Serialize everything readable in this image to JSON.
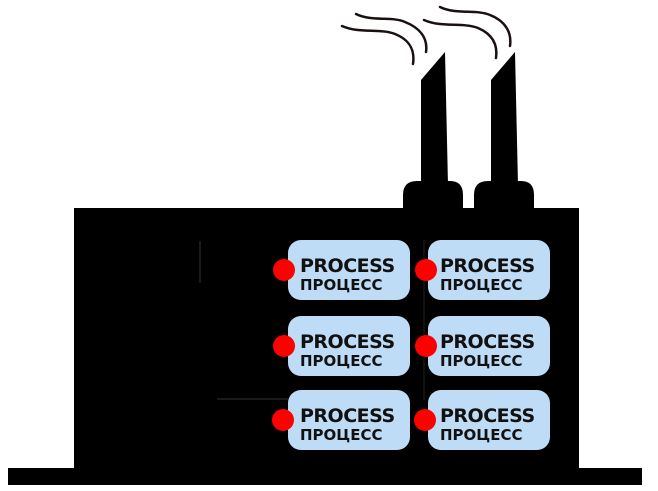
{
  "diagram": {
    "subject": "factory-silhouette",
    "colors": {
      "building": "#000000",
      "process_box": "#bfdcf7",
      "indicator": "#ff0000",
      "text": "#111111",
      "background": "#ffffff"
    },
    "chimneys": [
      {
        "name": "chimney-left",
        "smoke": true
      },
      {
        "name": "chimney-right",
        "smoke": true
      }
    ],
    "processes": [
      {
        "label_en": "PROCESS",
        "label_ru": "ПРОЦЕСС",
        "status": "red"
      },
      {
        "label_en": "PROCESS",
        "label_ru": "ПРОЦЕСС",
        "status": "red"
      },
      {
        "label_en": "PROCESS",
        "label_ru": "ПРОЦЕСС",
        "status": "red"
      },
      {
        "label_en": "PROCESS",
        "label_ru": "ПРОЦЕСС",
        "status": "red"
      },
      {
        "label_en": "PROCESS",
        "label_ru": "ПРОЦЕСС",
        "status": "red"
      },
      {
        "label_en": "PROCESS",
        "label_ru": "ПРОЦЕСС",
        "status": "red"
      }
    ]
  }
}
